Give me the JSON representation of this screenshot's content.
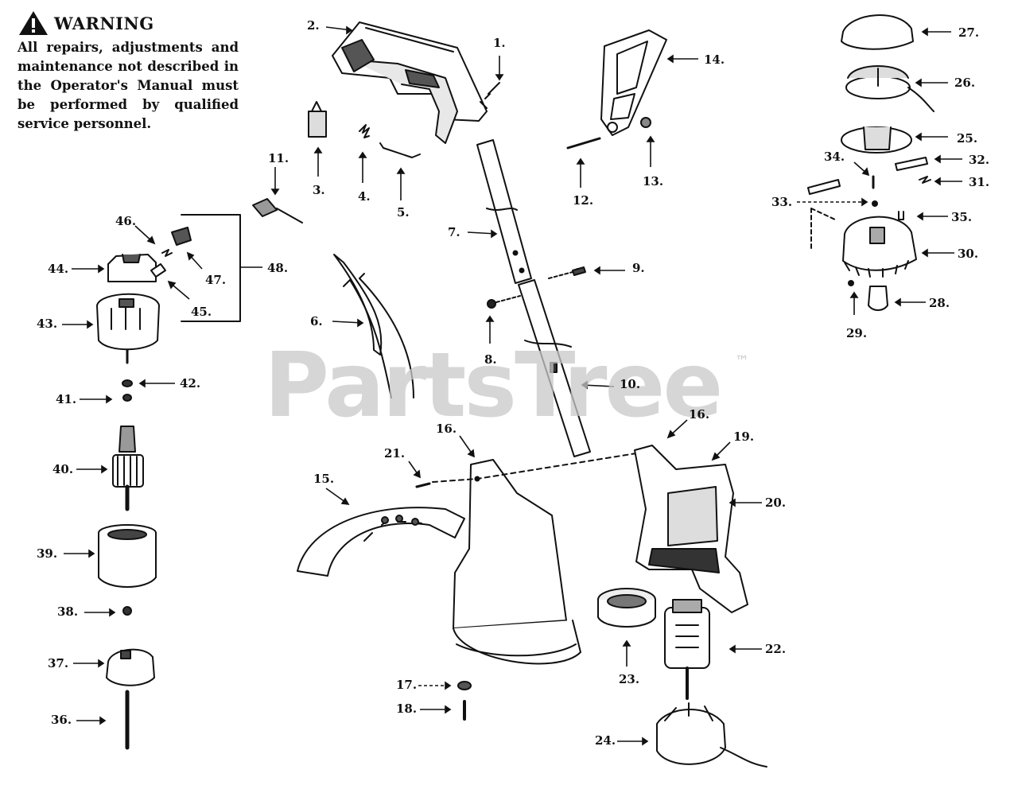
{
  "warning": {
    "title": "WARNING",
    "text": "All repairs, adjustments and maintenance not described in the Operator's Manual must be performed by qualified service personnel."
  },
  "watermark": {
    "brand": "PartsTree",
    "tm": "™"
  },
  "callouts": [
    {
      "id": "c1",
      "label": "1."
    },
    {
      "id": "c2",
      "label": "2."
    },
    {
      "id": "c3",
      "label": "3."
    },
    {
      "id": "c4",
      "label": "4."
    },
    {
      "id": "c5",
      "label": "5."
    },
    {
      "id": "c6",
      "label": "6."
    },
    {
      "id": "c7",
      "label": "7."
    },
    {
      "id": "c8",
      "label": "8."
    },
    {
      "id": "c9",
      "label": "9."
    },
    {
      "id": "c10",
      "label": "10."
    },
    {
      "id": "c11",
      "label": "11."
    },
    {
      "id": "c12",
      "label": "12."
    },
    {
      "id": "c13",
      "label": "13."
    },
    {
      "id": "c14",
      "label": "14."
    },
    {
      "id": "c15",
      "label": "15."
    },
    {
      "id": "c16a",
      "label": "16."
    },
    {
      "id": "c16b",
      "label": "16."
    },
    {
      "id": "c17",
      "label": "17."
    },
    {
      "id": "c18",
      "label": "18."
    },
    {
      "id": "c19",
      "label": "19."
    },
    {
      "id": "c20",
      "label": "20."
    },
    {
      "id": "c21",
      "label": "21."
    },
    {
      "id": "c22",
      "label": "22."
    },
    {
      "id": "c23",
      "label": "23."
    },
    {
      "id": "c24",
      "label": "24."
    },
    {
      "id": "c25",
      "label": "25."
    },
    {
      "id": "c26",
      "label": "26."
    },
    {
      "id": "c27",
      "label": "27."
    },
    {
      "id": "c28",
      "label": "28."
    },
    {
      "id": "c29",
      "label": "29."
    },
    {
      "id": "c30",
      "label": "30."
    },
    {
      "id": "c31",
      "label": "31."
    },
    {
      "id": "c32",
      "label": "32."
    },
    {
      "id": "c33",
      "label": "33."
    },
    {
      "id": "c34",
      "label": "34."
    },
    {
      "id": "c35",
      "label": "35."
    },
    {
      "id": "c36",
      "label": "36."
    },
    {
      "id": "c37",
      "label": "37."
    },
    {
      "id": "c38",
      "label": "38."
    },
    {
      "id": "c39",
      "label": "39."
    },
    {
      "id": "c40",
      "label": "40."
    },
    {
      "id": "c41",
      "label": "41."
    },
    {
      "id": "c42",
      "label": "42."
    },
    {
      "id": "c43",
      "label": "43."
    },
    {
      "id": "c44",
      "label": "44."
    },
    {
      "id": "c45",
      "label": "45."
    },
    {
      "id": "c46",
      "label": "46."
    },
    {
      "id": "c47",
      "label": "47."
    },
    {
      "id": "c48",
      "label": "48."
    }
  ],
  "colors": {
    "ink": "#111111",
    "watermark": "#c9c9c9"
  }
}
